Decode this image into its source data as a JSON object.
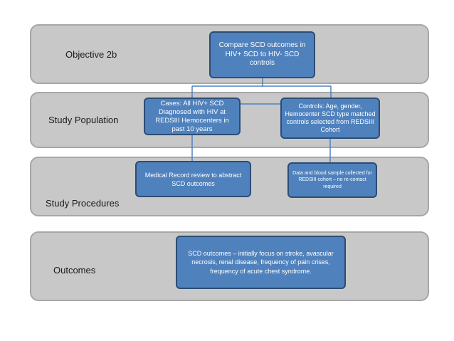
{
  "bands": {
    "objective": {
      "label": "Objective 2b"
    },
    "population": {
      "label": "Study Population"
    },
    "procedures": {
      "label": "Study Procedures"
    },
    "outcomes": {
      "label": "Outcomes"
    }
  },
  "boxes": {
    "objective": "Compare SCD outcomes in HIV+ SCD to HIV- SCD controls",
    "cases": "Cases: All HIV+ SCD Diagnosed with HIV at REDSIII Hemocenters in past 10 years",
    "controls": "Controls: Age, gender, Hemocenter SCD type matched controls selected from REDSIII Cohort",
    "medical_record": "Medical Record review to abstract SCD outcomes",
    "data_blood": "Data and blood sample collected for REDSIII cohort – no re-contact required",
    "outcomes": "SCD outcomes – initially focus on stroke, avascular necrosis, renal disease, frequency of pain crises, frequency of acute chest syndrome."
  },
  "colors": {
    "band_fill": "#c8c8c8",
    "band_border": "#a6a6a6",
    "box_fill": "#4f81bd",
    "box_border": "#2c4d75",
    "connector": "#4f81bd"
  }
}
